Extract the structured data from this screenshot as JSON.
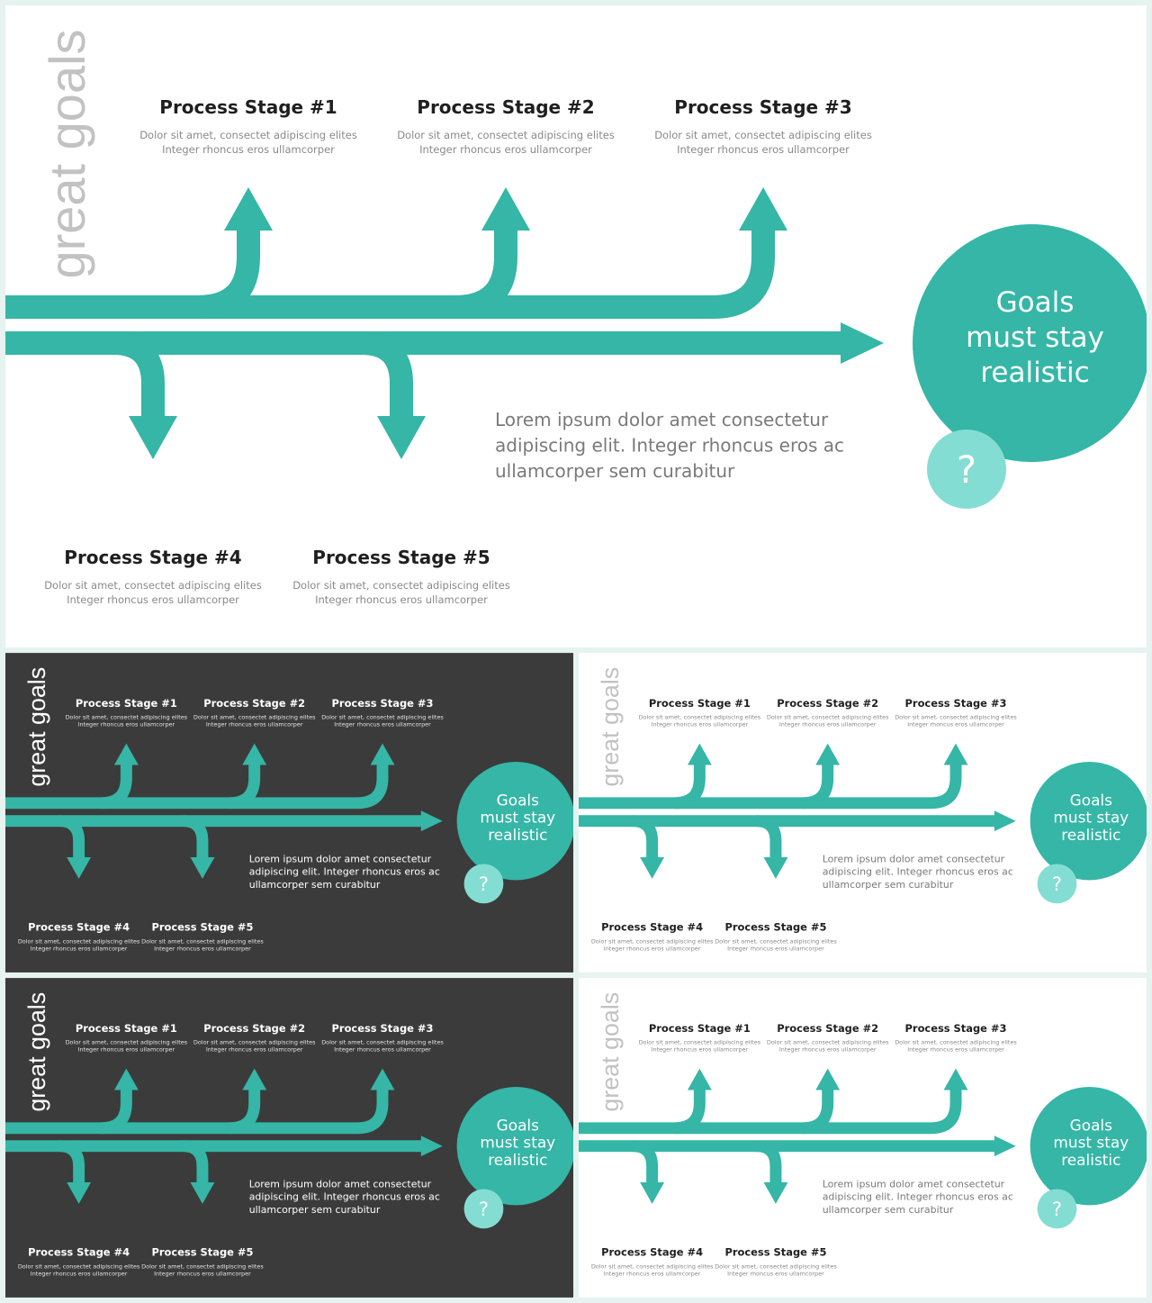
{
  "colors": {
    "accent": "#35b6a6",
    "accent_light": "#84ddd2",
    "dark_bg": "#3b3b3b",
    "light_bg": "#ffffff",
    "page_bg": "#e6f3f0"
  },
  "vertical_title": "great goals",
  "circle": {
    "lines": [
      "Goals",
      "must stay",
      "realistic"
    ],
    "badge": "?"
  },
  "stages": [
    {
      "title": "Process Stage #1",
      "desc_line1": "Dolor sit amet, consectet adipiscing elites",
      "desc_line2": "Integer rhoncus eros ullamcorper"
    },
    {
      "title": "Process Stage #2",
      "desc_line1": "Dolor sit amet, consectet adipiscing elites",
      "desc_line2": "Integer rhoncus eros ullamcorper"
    },
    {
      "title": "Process Stage #3",
      "desc_line1": "Dolor sit amet, consectet adipiscing elites",
      "desc_line2": "Integer rhoncus eros ullamcorper"
    },
    {
      "title": "Process Stage #4",
      "desc_line1": "Dolor sit amet, consectet adipiscing elites",
      "desc_line2": "Integer rhoncus eros ullamcorper"
    },
    {
      "title": "Process Stage #5",
      "desc_line1": "Dolor sit amet, consectet adipiscing elites",
      "desc_line2": "Integer rhoncus eros ullamcorper"
    }
  ],
  "body_text": [
    "Lorem ipsum dolor amet consectetur",
    "adipiscing elit. Integer rhoncus eros ac",
    "ullamcorper sem curabitur"
  ],
  "slides": [
    {
      "id": "main",
      "theme": "light"
    },
    {
      "id": "dark1",
      "theme": "dark"
    },
    {
      "id": "light1",
      "theme": "light"
    },
    {
      "id": "dark2",
      "theme": "dark"
    },
    {
      "id": "light2",
      "theme": "light"
    }
  ]
}
